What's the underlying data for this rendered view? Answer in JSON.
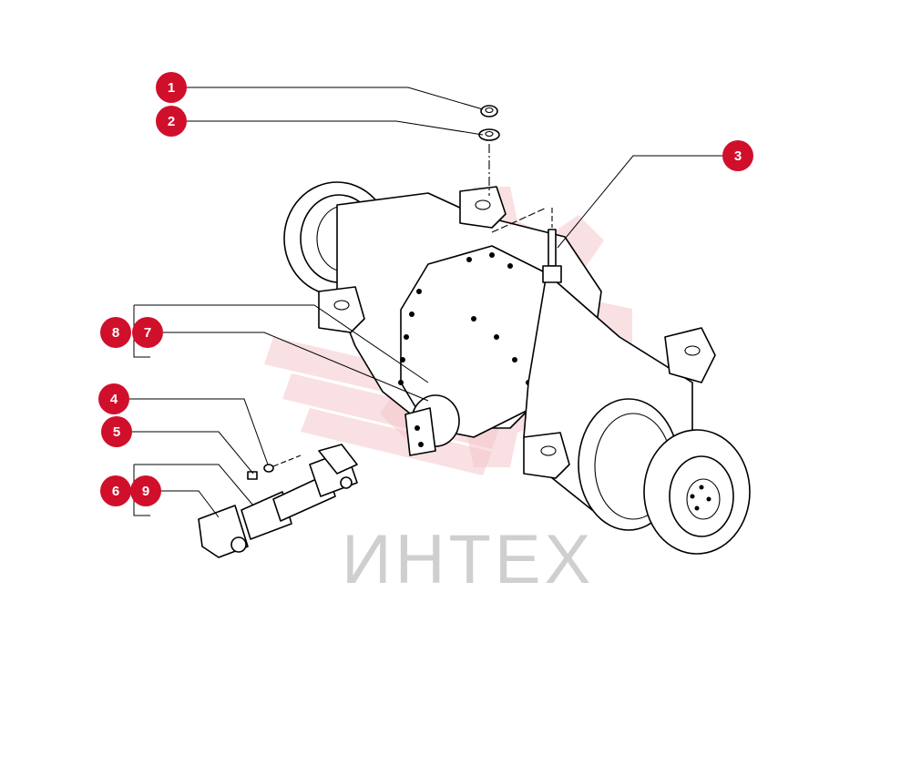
{
  "accent_color": "#d0102b",
  "watermark": {
    "text": "ИНТЕХ",
    "logo_icon": "gear-logo-icon"
  },
  "callouts": [
    "1",
    "2",
    "3",
    "4",
    "5",
    "6",
    "7",
    "8",
    "9"
  ]
}
